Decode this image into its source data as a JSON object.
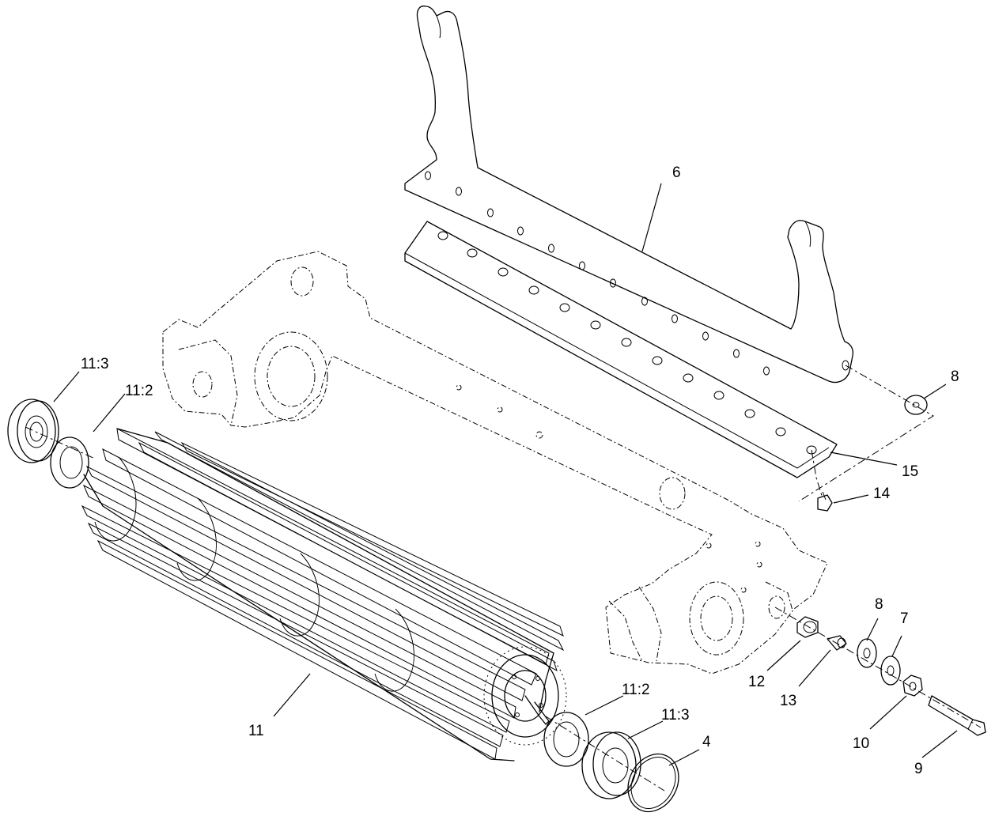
{
  "callouts": {
    "c6": "6",
    "c8_top": "8",
    "c15": "15",
    "c14": "14",
    "c11_3_left": "11:3",
    "c11_2_left": "11:2",
    "c11": "11",
    "c11_2_right": "11:2",
    "c11_3_right": "11:3",
    "c4": "4",
    "c12": "12",
    "c13": "13",
    "c8_bottom": "8",
    "c7": "7",
    "c10": "10",
    "c9": "9"
  },
  "colors": {
    "line": "#000000",
    "background": "#ffffff"
  }
}
